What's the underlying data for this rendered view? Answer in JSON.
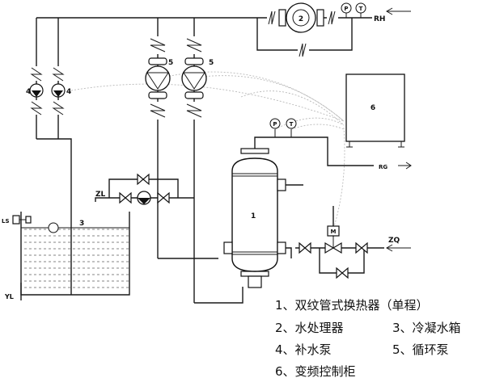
{
  "labels": {
    "rh": "RH",
    "rg": "RG",
    "zq": "ZQ",
    "zl": "ZL",
    "ls": "LS",
    "yl": "YL",
    "p": "P",
    "t": "T",
    "m": "M"
  },
  "numbers": {
    "pump2": "2",
    "tank3": "3",
    "pump4a": "4",
    "pump4b": "4",
    "pump5a": "5",
    "pump5b": "5",
    "cabinet6": "6",
    "exchanger1": "1"
  },
  "legend": [
    {
      "num": "1",
      "text": "1、双纹管式换热器（单程）"
    },
    {
      "num": "2",
      "text": "2、水处理器"
    },
    {
      "num": "3",
      "text": "3、冷凝水箱"
    },
    {
      "num": "4",
      "text": "4、补水泵"
    },
    {
      "num": "5",
      "text": "5、循环泵"
    },
    {
      "num": "6",
      "text": "6、变频控制柜"
    }
  ]
}
